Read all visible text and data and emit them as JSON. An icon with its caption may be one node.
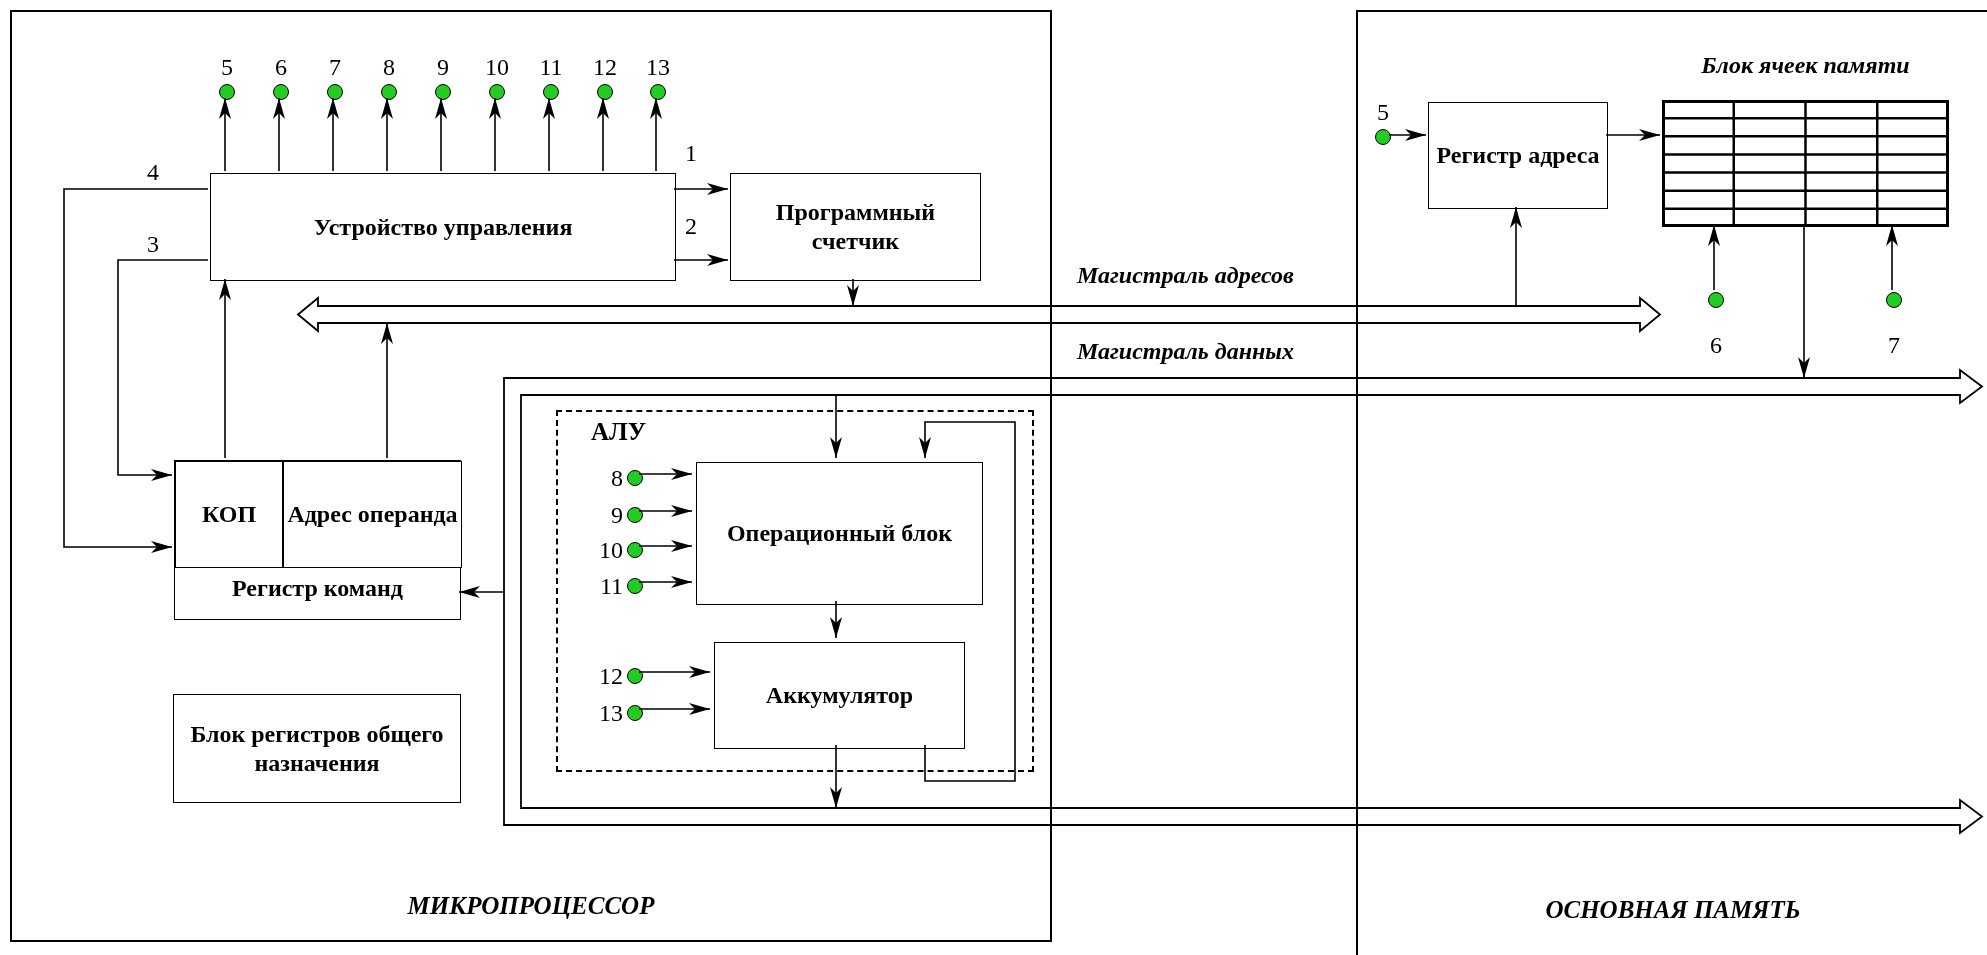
{
  "diagram": {
    "nodes": [
      {
        "text": [
          "МИКРОПРОЦЕССОР"
        ]
      },
      {
        "text": [],
        "shape": "circle",
        "beside": [
          "5"
        ],
        "in": 0
      },
      {
        "text": [],
        "shape": "circle",
        "beside": [
          "6"
        ],
        "in": 0
      },
      {
        "text": [],
        "shape": "circle",
        "beside": [
          "7"
        ],
        "in": 0
      },
      {
        "text": [],
        "shape": "circle",
        "beside": [
          "8"
        ],
        "in": 0
      },
      {
        "text": [],
        "shape": "circle",
        "beside": [
          "9"
        ],
        "in": 0
      },
      {
        "text": [],
        "shape": "circle",
        "beside": [
          "10"
        ],
        "in": 0
      },
      {
        "text": [],
        "shape": "circle",
        "beside": [
          "11"
        ],
        "in": 0
      },
      {
        "text": [],
        "shape": "circle",
        "beside": [
          "12"
        ],
        "in": 0
      },
      {
        "text": [],
        "shape": "circle",
        "beside": [
          "13"
        ],
        "in": 0
      },
      {
        "text": [
          "Устройство управления"
        ],
        "in": 0
      },
      {
        "text": [
          "Программный счетчик"
        ],
        "in": 0
      },
      {
        "text": [
          "Регистр команд"
        ],
        "in": 0
      },
      {
        "text": [
          "КОП"
        ],
        "in": 12
      },
      {
        "text": [
          "Адрес операнда"
        ],
        "in": 12
      },
      {
        "text": [
          "АЛУ"
        ],
        "in": 0
      },
      {
        "text": [],
        "shape": "circle",
        "beside": [
          "8"
        ],
        "in": 15
      },
      {
        "text": [],
        "shape": "circle",
        "beside": [
          "9"
        ],
        "in": 15
      },
      {
        "text": [],
        "shape": "circle",
        "beside": [
          "10"
        ],
        "in": 15
      },
      {
        "text": [],
        "shape": "circle",
        "beside": [
          "11"
        ],
        "in": 15
      },
      {
        "text": [
          "Операционный блок"
        ],
        "in": 15
      },
      {
        "text": [],
        "shape": "circle",
        "beside": [
          "12"
        ],
        "in": 15
      },
      {
        "text": [],
        "shape": "circle",
        "beside": [
          "13"
        ],
        "in": 15
      },
      {
        "text": [
          "Аккумулятор"
        ],
        "in": 15
      },
      {
        "text": [
          "Блок регистров общего назначения"
        ],
        "in": 0
      },
      {
        "text": [
          "ОСНОВНАЯ ПАМЯТЬ"
        ]
      },
      {
        "text": [],
        "shape": "circle",
        "beside": [
          "5"
        ],
        "in": 25
      },
      {
        "text": [
          "Регистр адреса"
        ],
        "in": 25
      },
      {
        "text": [
          "Блок ячеек памяти"
        ],
        "in": 25
      },
      {
        "text": [],
        "shape": "circle",
        "beside": [
          "6"
        ],
        "in": 25
      },
      {
        "text": [],
        "shape": "circle",
        "beside": [
          "7"
        ],
        "in": 25
      },
      {
        "text": [
          "Магистраль адресов"
        ]
      },
      {
        "text": [
          "Магистраль данных"
        ]
      }
    ],
    "edges": [
      {
        "from": 10,
        "to": 1,
        "arrow": "to"
      },
      {
        "from": 10,
        "to": 2,
        "arrow": "to"
      },
      {
        "from": 10,
        "to": 3,
        "arrow": "to"
      },
      {
        "from": 10,
        "to": 4,
        "arrow": "to"
      },
      {
        "from": 10,
        "to": 5,
        "arrow": "to"
      },
      {
        "from": 10,
        "to": 6,
        "arrow": "to"
      },
      {
        "from": 10,
        "to": 7,
        "arrow": "to"
      },
      {
        "from": 10,
        "to": 8,
        "arrow": "to"
      },
      {
        "from": 10,
        "to": 9,
        "arrow": "to"
      },
      {
        "from": 10,
        "to": 11,
        "arrow": "to",
        "label": "1"
      },
      {
        "from": 10,
        "to": 11,
        "arrow": "to",
        "label": "2"
      },
      {
        "from": 10,
        "to": 13,
        "arrow": "to",
        "label": "4"
      },
      {
        "from": 10,
        "to": 13,
        "arrow": "to",
        "label": "3"
      },
      {
        "from": 13,
        "to": 10,
        "arrow": "to"
      },
      {
        "from": 14,
        "to": 31,
        "arrow": "to"
      },
      {
        "from": 11,
        "to": 31,
        "arrow": "to"
      },
      {
        "from": 32,
        "to": 12,
        "arrow": "to"
      },
      {
        "from": 32,
        "to": 20,
        "arrow": "to"
      },
      {
        "from": 16,
        "to": 20,
        "arrow": "to"
      },
      {
        "from": 17,
        "to": 20,
        "arrow": "to"
      },
      {
        "from": 18,
        "to": 20,
        "arrow": "to"
      },
      {
        "from": 19,
        "to": 20,
        "arrow": "to"
      },
      {
        "from": 20,
        "to": 23,
        "arrow": "to"
      },
      {
        "from": 21,
        "to": 23,
        "arrow": "to"
      },
      {
        "from": 22,
        "to": 23,
        "arrow": "to"
      },
      {
        "from": 23,
        "to": 32,
        "arrow": "to"
      },
      {
        "from": 23,
        "to": 20,
        "arrow": "to"
      },
      {
        "from": 26,
        "to": 27,
        "arrow": "to"
      },
      {
        "from": 31,
        "to": 27,
        "arrow": "to"
      },
      {
        "from": 27,
        "to": 28,
        "arrow": "to"
      },
      {
        "from": 29,
        "to": 28,
        "arrow": "to"
      },
      {
        "from": 30,
        "to": 28,
        "arrow": "to"
      },
      {
        "from": 28,
        "to": 32,
        "arrow": "to"
      }
    ]
  }
}
